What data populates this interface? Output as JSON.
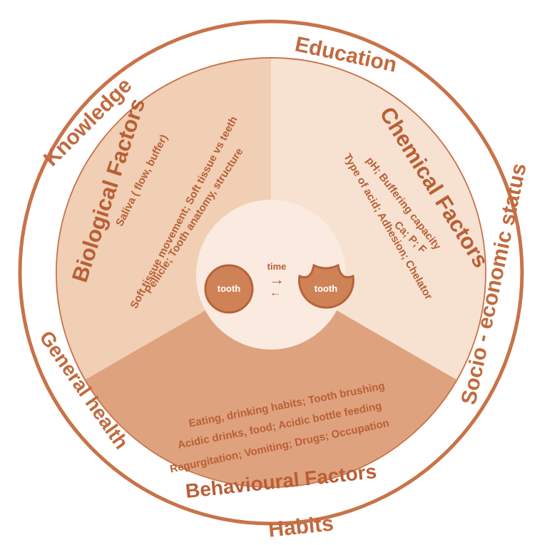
{
  "colors": {
    "outer_ring": "#c8734a",
    "outer_text": "#c26a3e",
    "ring_fill": "#ffffff",
    "biological_fill": "#f0cfb4",
    "chemical_fill": "#f7e2d2",
    "behavioural_fill": "#dea27e",
    "center_fill": "#faeadf",
    "dark_text": "#b95f35",
    "tooth_fill": "#d08257",
    "tooth_stroke": "#b8633b",
    "tooth_label": "#ffffff"
  },
  "outer_labels": {
    "top": "Education",
    "upper_left": "Knowledge",
    "right": "Socio - economic status",
    "lower_left": "General health",
    "bottom": "Habits"
  },
  "biological": {
    "title": "Biological Factors",
    "line1": "Saliva ( flow, buffer)",
    "line2": "Soft tissue movement;  Soft tissue vs teeth",
    "line3": "Pellicle;  Tooth anatomy, structure"
  },
  "chemical": {
    "title": "Chemical Factors",
    "line1": "pH;   Buffering capacity",
    "line2": "Type of acid;   Adhesion;   Chelator",
    "line3": "Ca;    P;    F"
  },
  "behavioural": {
    "title": "Behavioural Factors",
    "line1": "Eating, drinking habits;  Tooth brushing",
    "line2": "Acidic drinks, food;   Acidic bottle feeding",
    "line3": "Regurgitation;  Vomiting;  Drugs;  Occupation"
  },
  "center": {
    "time_label": "time",
    "tooth_left": "tooth",
    "tooth_right": "tooth",
    "forward_arrow": "→",
    "back_arrow": "←"
  }
}
